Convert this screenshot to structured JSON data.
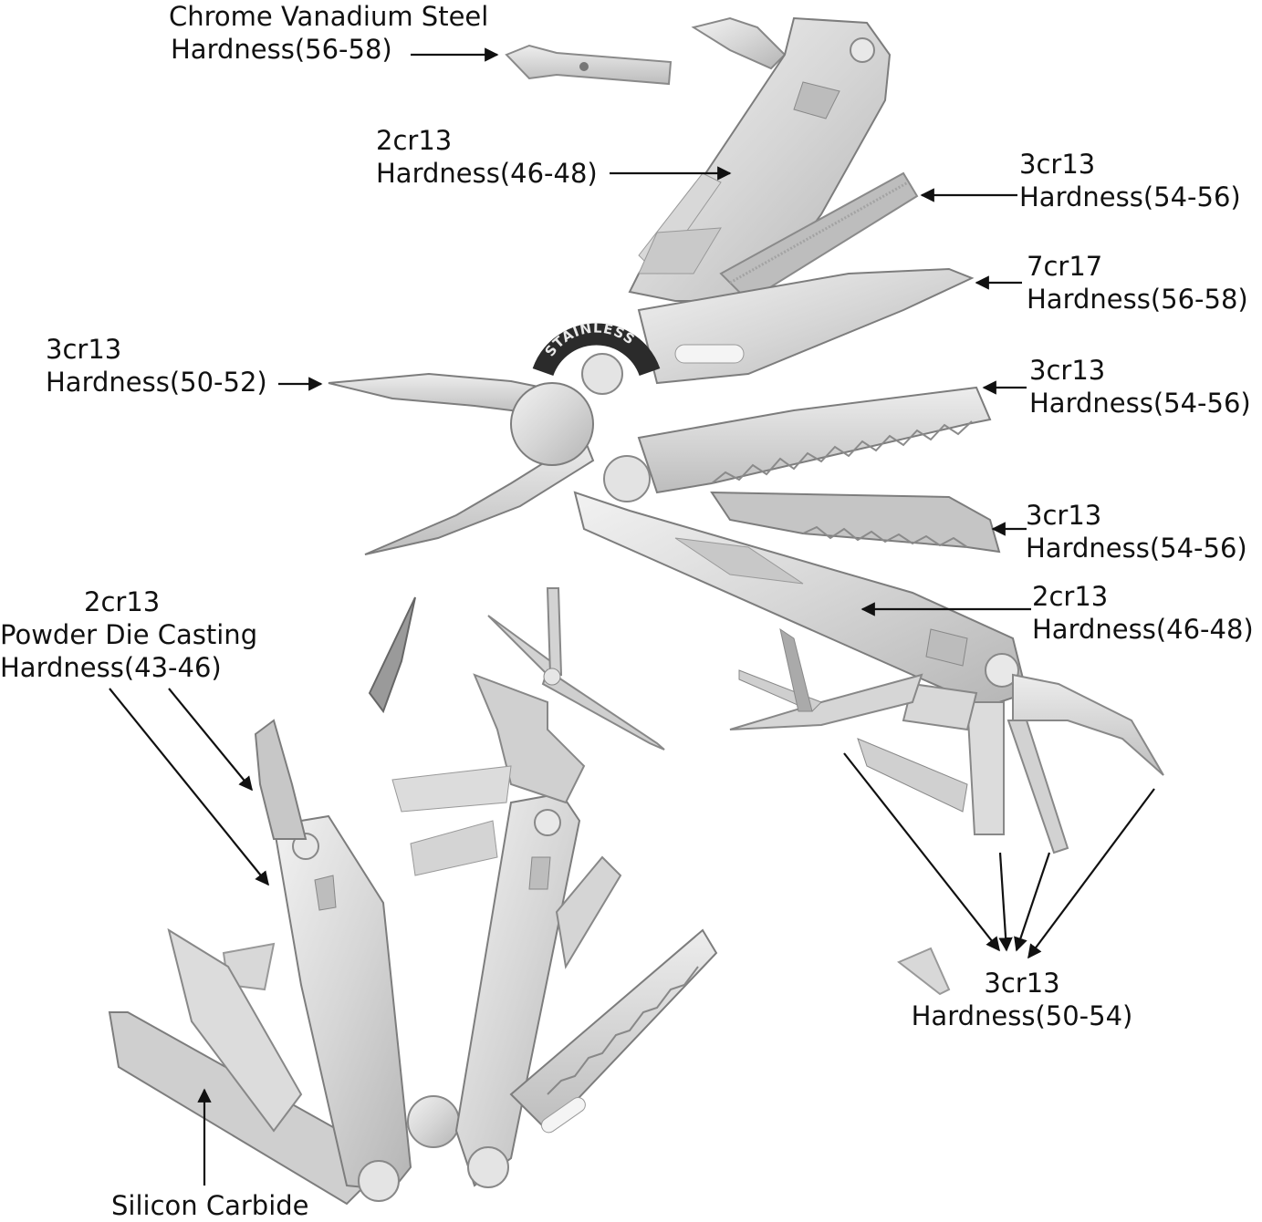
{
  "labels": {
    "bits": {
      "material": "Chrome Vanadium Steel",
      "hardness": "Hardness(56-58)"
    },
    "top_handle": {
      "material": "2cr13",
      "hardness": "Hardness(46-48)"
    },
    "file": {
      "material": "3cr13",
      "hardness": "Hardness(54-56)"
    },
    "blade": {
      "material": "7cr17",
      "hardness": "Hardness(56-58)"
    },
    "pliers": {
      "material": "3cr13",
      "hardness": "Hardness(50-52)"
    },
    "wood_saw": {
      "material": "3cr13",
      "hardness": "Hardness(54-56)"
    },
    "serrated_blade": {
      "material": "3cr13",
      "hardness": "Hardness(54-56)"
    },
    "bottom_handle": {
      "material": "2cr13",
      "hardness": "Hardness(46-48)"
    },
    "bit_holder": {
      "material": "2cr13",
      "process": "Powder Die Casting",
      "hardness": "Hardness(43-46)"
    },
    "small_tools": {
      "material": "3cr13",
      "hardness": "Hardness(50-54)"
    },
    "sharpener": {
      "material": "Silicon Carbide"
    }
  },
  "stamp_text": "STAINLESS",
  "colors": {
    "steel_light": "#e6e6e6",
    "steel_mid": "#cfcfcf",
    "steel_dark": "#9a9a9a",
    "outline": "#7d7d7d",
    "text": "#111111",
    "background": "#ffffff"
  }
}
